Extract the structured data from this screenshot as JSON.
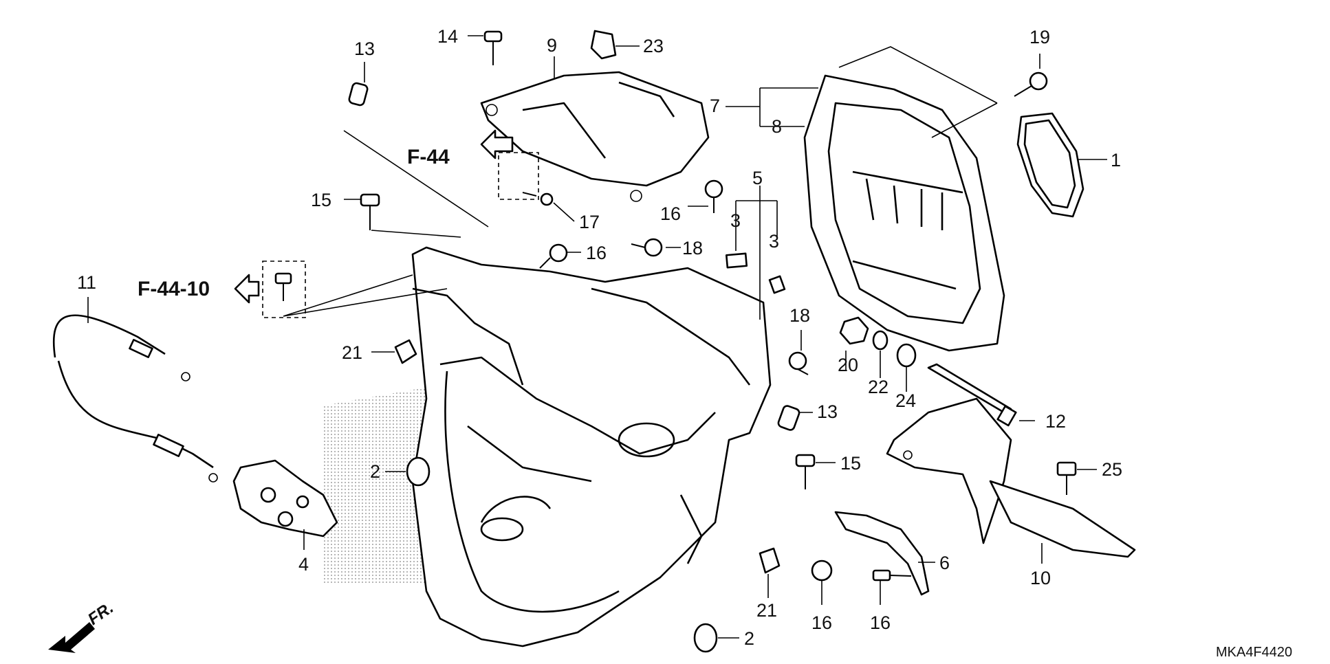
{
  "diagram": {
    "code": "MKA4F4420",
    "front_label": "FR.",
    "references": [
      "F-44",
      "F-44-10"
    ],
    "callouts": [
      "13",
      "14",
      "9",
      "23",
      "7",
      "8",
      "19",
      "1",
      "5",
      "15",
      "17",
      "16",
      "18",
      "3",
      "3",
      "16",
      "18",
      "11",
      "20",
      "22",
      "24",
      "21",
      "13",
      "12",
      "25",
      "2",
      "15",
      "4",
      "6",
      "10",
      "21",
      "16",
      "16",
      "2"
    ]
  }
}
